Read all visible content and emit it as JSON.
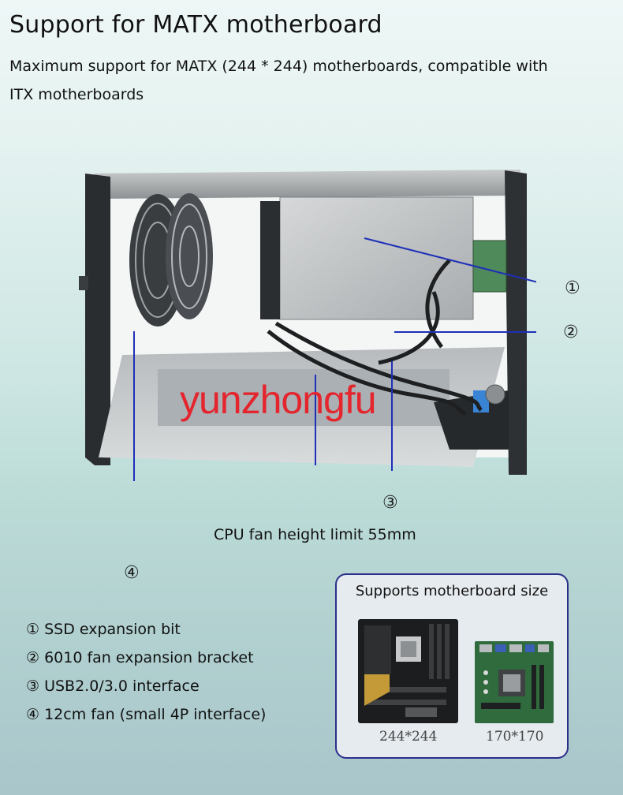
{
  "header": {
    "title": "Support for MATX motherboard",
    "description": "Maximum support for MATX (244 * 244) motherboards, compatible with ITX motherboards"
  },
  "image": {
    "watermark": "yunzhongfu",
    "callouts": [
      "①",
      "②",
      "③",
      "④"
    ],
    "cpu_fan_note": "CPU fan height limit 55mm"
  },
  "features": [
    "① SSD expansion bit",
    "② 6010 fan expansion bracket",
    "③ USB2.0/3.0 interface",
    "④ 12cm fan (small 4P interface)"
  ],
  "size_box": {
    "title": "Supports motherboard size",
    "boards": [
      {
        "label": "244*244"
      },
      {
        "label": "170*170"
      }
    ]
  },
  "colors": {
    "watermark": "#e4252e",
    "box_border": "#2b2f8a",
    "leader_line": "#1f2fb8"
  }
}
